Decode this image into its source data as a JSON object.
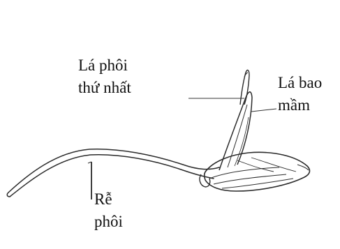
{
  "labels": {
    "first_leaf": {
      "line1": "Lá phôi",
      "line2": "thứ nhất"
    },
    "sheath": {
      "line1": "Lá bao",
      "line2": "mầm"
    },
    "root": {
      "line1": "Rễ",
      "line2": "phôi"
    }
  },
  "colors": {
    "ink": "#2b2b2b",
    "background": "#ffffff"
  }
}
